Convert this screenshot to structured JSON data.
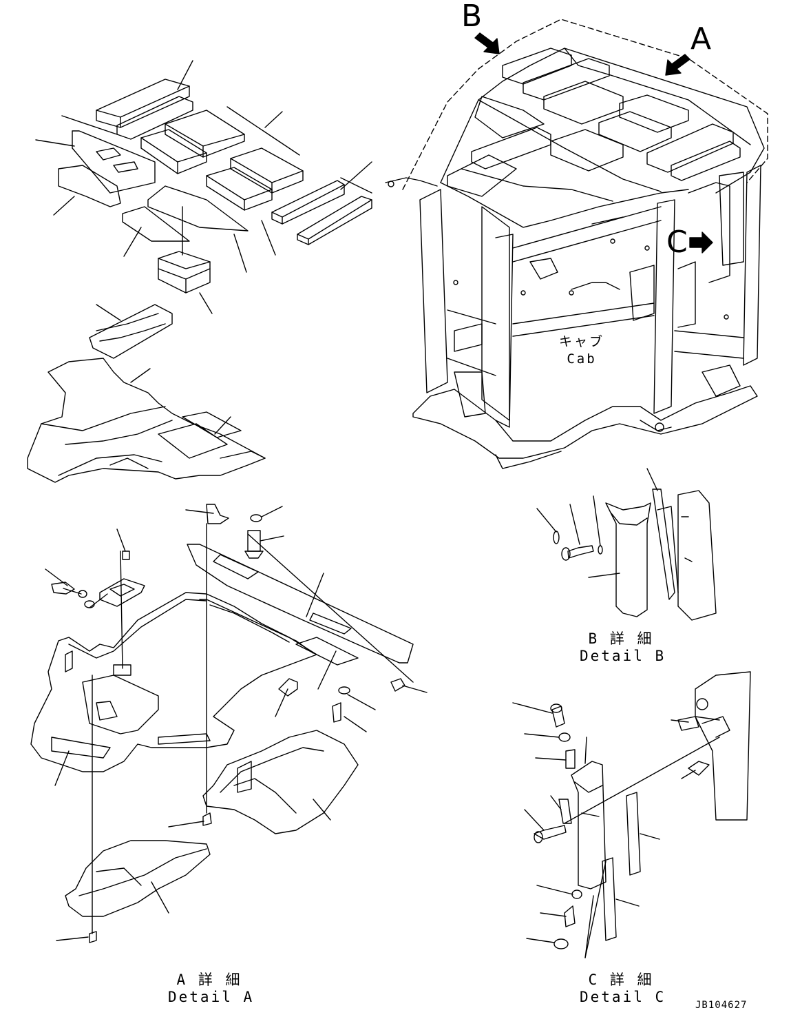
{
  "views": {
    "b_marker": "B",
    "a_marker": "A",
    "c_marker": "C"
  },
  "cab": {
    "label_jp": "キャブ",
    "label_en": "Cab"
  },
  "details": {
    "b_jp": "B 詳 細",
    "b_en": "Detail B",
    "a_jp": "A 詳 細",
    "a_en": "Detail A",
    "c_jp": "C 詳 細",
    "c_en": "Detail C"
  },
  "drawing_number": "JB104627"
}
